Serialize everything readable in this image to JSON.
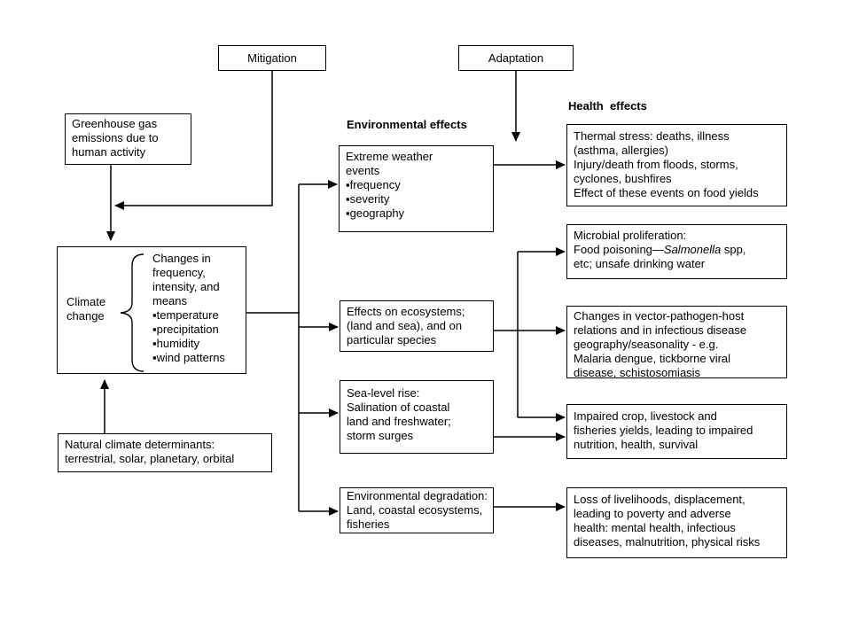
{
  "flow_boxes": {
    "mitigation": "Mitigation",
    "adaptation": "Adaptation",
    "greenhouse": "Greenhouse gas\nemissions due to\nhuman activity",
    "climate_label": "Climate\nchange",
    "climate_detail": "Changes in\nfrequency,\nintensity, and\nmeans\n▪temperature\n▪precipitation\n▪humidity\n▪wind patterns",
    "natural": "Natural climate determinants:\nterrestrial, solar, planetary, orbital"
  },
  "section_labels": {
    "environmental": "Environmental effects",
    "health": "Health  effects"
  },
  "environmental_boxes": {
    "extreme_weather": "Extreme weather\nevents\n▪frequency\n▪severity\n▪geography",
    "ecosystems": "Effects on ecosystems;\n(land and sea), and on\nparticular species",
    "sea_level": "Sea-level rise:\nSalination of coastal\nland and freshwater;\nstorm surges",
    "degradation": "Environmental degradation:\nLand, coastal ecosystems,\nfisheries"
  },
  "health_boxes": {
    "thermal": "Thermal stress: deaths, illness\n(asthma, allergies)\nInjury/death from floods, storms,\ncyclones, bushfires\nEffect of these events on food yields",
    "microbial_pre": "Microbial proliferation:\nFood poisoning—",
    "microbial_italic": "Salmonella",
    "microbial_post": " spp,\netc; unsafe drinking water",
    "vector": "Changes in vector-pathogen-host\nrelations and in infectious disease\ngeography/seasonality - e.g.\nMalaria dengue, tickborne viral\ndisease, schistosomiasis",
    "impaired": "Impaired crop, livestock and\nfisheries yields, leading to impaired\nnutrition, health, survival",
    "loss": "Loss of livelihoods, displacement,\nleading to poverty and adverse\nhealth: mental health, infectious\ndiseases, malnutrition, physical risks"
  },
  "colors": {
    "line": "#000000",
    "background": "#ffffff",
    "text": "#000000"
  }
}
